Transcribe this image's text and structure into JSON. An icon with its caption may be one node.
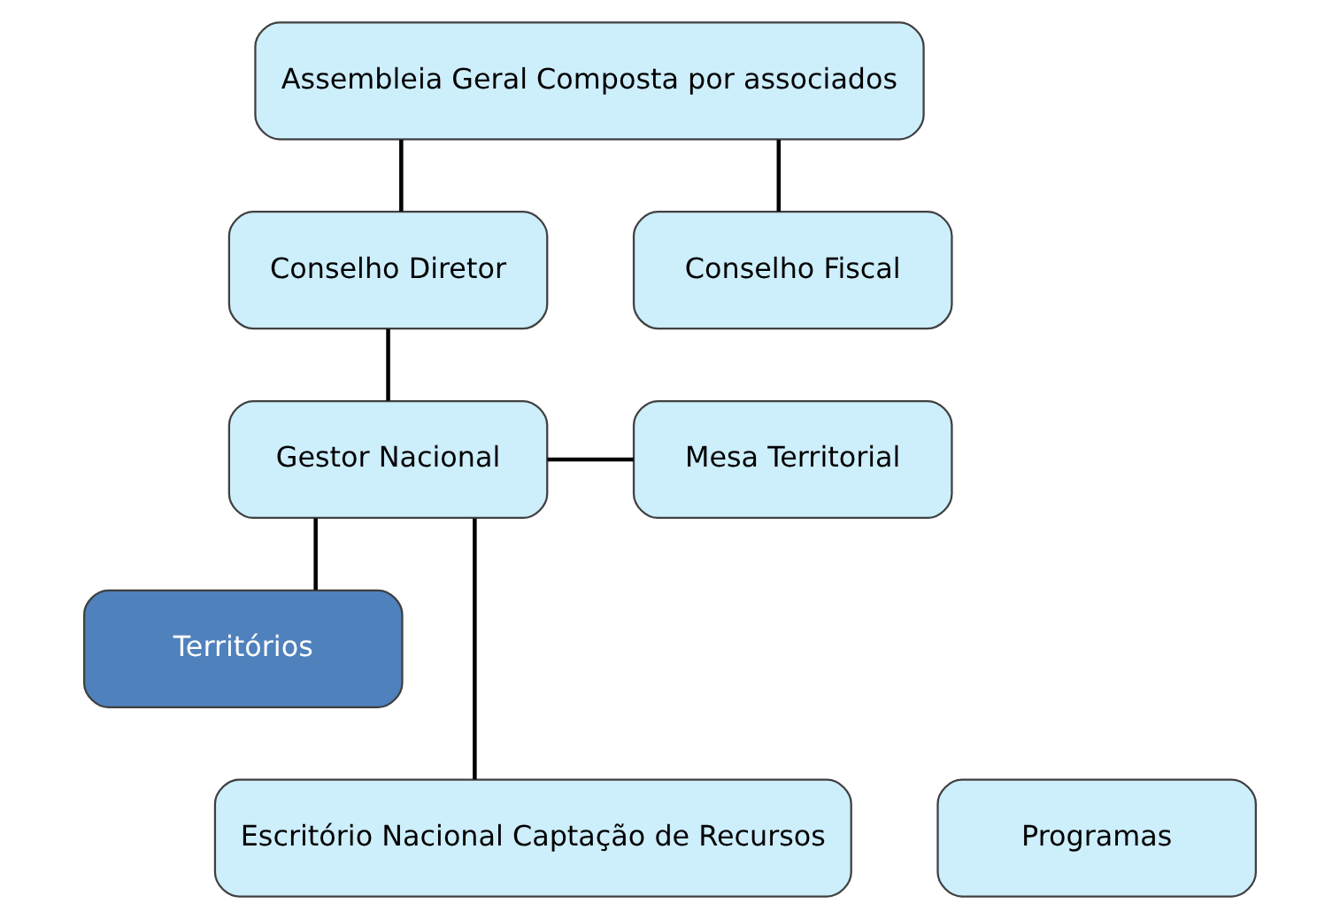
{
  "diagram": {
    "nodes": [
      {
        "text": [
          "Assembleia Geral Composta por associados"
        ]
      },
      {
        "text": [
          "Conselho Diretor"
        ]
      },
      {
        "text": [
          "Conselho Fiscal"
        ]
      },
      {
        "text": [
          "Gestor Nacional"
        ]
      },
      {
        "text": [
          "Mesa Territorial"
        ]
      },
      {
        "text": [
          "Territórios"
        ]
      },
      {
        "text": [
          "Escritório Nacional Captação de Recursos"
        ]
      },
      {
        "text": [
          "Programas"
        ]
      }
    ],
    "edges": [
      {
        "from": 0,
        "to": 1,
        "arrow": "none"
      },
      {
        "from": 0,
        "to": 2,
        "arrow": "none"
      },
      {
        "from": 1,
        "to": 3,
        "arrow": "none"
      },
      {
        "from": 3,
        "to": 4,
        "arrow": "none"
      },
      {
        "from": 3,
        "to": 5,
        "arrow": "none"
      },
      {
        "from": 3,
        "to": 6,
        "arrow": "none"
      }
    ]
  }
}
